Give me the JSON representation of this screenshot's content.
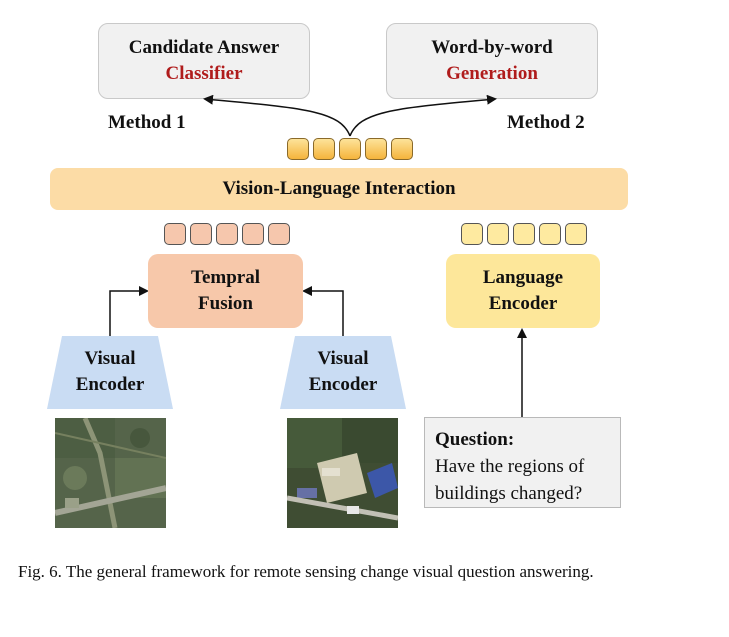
{
  "method1": {
    "line1": "Candidate Answer",
    "line2": "Classifier",
    "label": "Method 1"
  },
  "method2": {
    "line1": "Word-by-word",
    "line2": "Generation",
    "label": "Method 2"
  },
  "interaction": "Vision-Language Interaction",
  "fusion": {
    "line1": "Tempral",
    "line2": "Fusion"
  },
  "language_encoder": {
    "line1": "Language",
    "line2": "Encoder"
  },
  "visual_encoder_left": {
    "line1": "Visual",
    "line2": "Encoder"
  },
  "visual_encoder_right": {
    "line1": "Visual",
    "line2": "Encoder"
  },
  "question": {
    "heading": "Question:",
    "line1": "Have the regions of",
    "line2": "buildings changed?"
  },
  "caption": "Fig. 6.  The general framework for remote sensing change visual question answering.",
  "colors": {
    "classifier_red": "#b01c1c",
    "band": "#fcdca6",
    "fusion": "#f7c8aa",
    "language": "#fde79a",
    "encoder_blue": "#c9dcf3"
  }
}
